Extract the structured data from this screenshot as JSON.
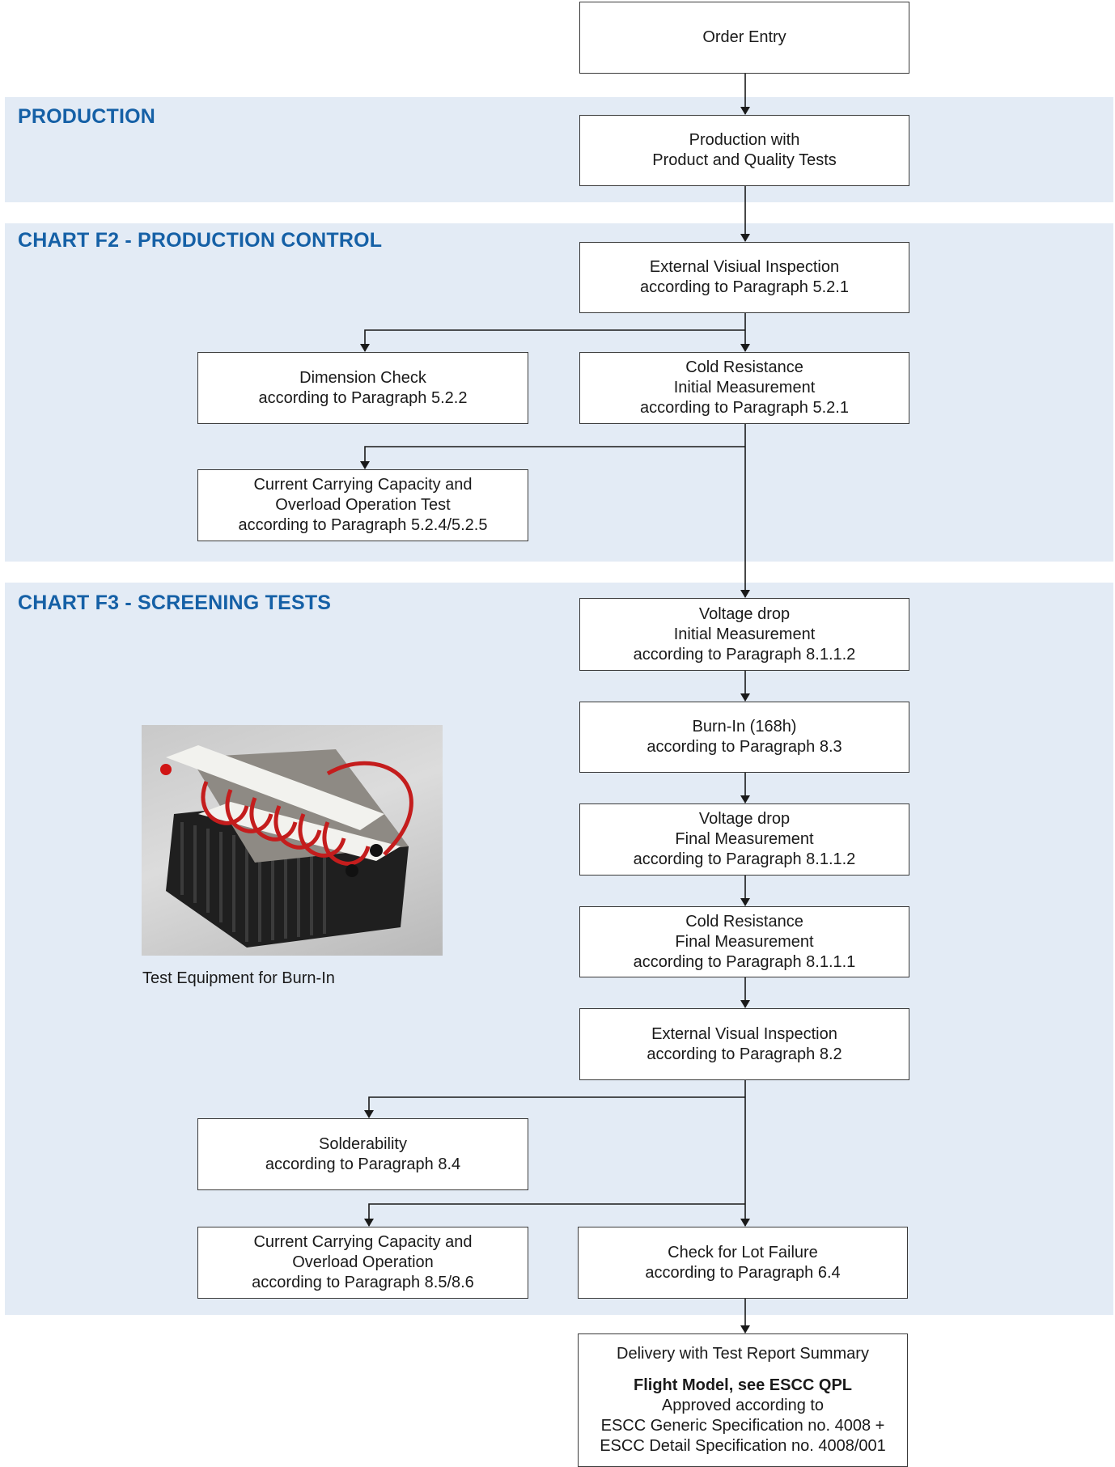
{
  "sections": {
    "production": "PRODUCTION",
    "f2": "CHART F2 - PRODUCTION CONTROL",
    "f3": "CHART F3 - SCREENING TESTS"
  },
  "boxes": {
    "order_entry": [
      "Order Entry"
    ],
    "production": [
      "Production with",
      "Product and Quality Tests"
    ],
    "ext_visual_1": [
      "External Visiual Inspection",
      "according to Paragraph 5.2.1"
    ],
    "dimension": [
      "Dimension Check",
      "according to Paragraph 5.2.2"
    ],
    "cold_initial": [
      "Cold Resistance",
      "Initial Measurement",
      "according to Paragraph 5.2.1"
    ],
    "current_1": [
      "Current Carrying Capacity and",
      "Overload Operation Test",
      "according to Paragraph 5.2.4/5.2.5"
    ],
    "vdrop_initial": [
      "Voltage drop",
      "Initial Measurement",
      "according to Paragraph 8.1.1.2"
    ],
    "burnin": [
      "Burn-In (168h)",
      "according to Paragraph 8.3"
    ],
    "vdrop_final": [
      "Voltage drop",
      "Final Measurement",
      "according to Paragraph 8.1.1.2"
    ],
    "cold_final": [
      "Cold Resistance",
      "Final Measurement",
      "according to Paragraph 8.1.1.1"
    ],
    "ext_visual_2": [
      "External Visual Inspection",
      "according to Paragraph 8.2"
    ],
    "solder": [
      "Solderability",
      "according to Paragraph 8.4"
    ],
    "current_2": [
      "Current Carrying Capacity and",
      "Overload Operation",
      "according to Paragraph 8.5/8.6"
    ],
    "lot_failure": [
      "Check for Lot Failure",
      "according to Paragraph 6.4"
    ],
    "delivery": {
      "line1": "Delivery with Test Report Summary",
      "bold": "Flight Model, see ESCC QPL",
      "line3": "Approved according to",
      "line4": "ESCC Generic Specification no. 4008 +",
      "line5": "ESCC Detail Specification no. 4008/001"
    }
  },
  "photo_caption": "Test Equipment for Burn-In",
  "colors": {
    "band": "#e3ebf5",
    "title": "#1560a6",
    "border": "#3a3a3a"
  }
}
